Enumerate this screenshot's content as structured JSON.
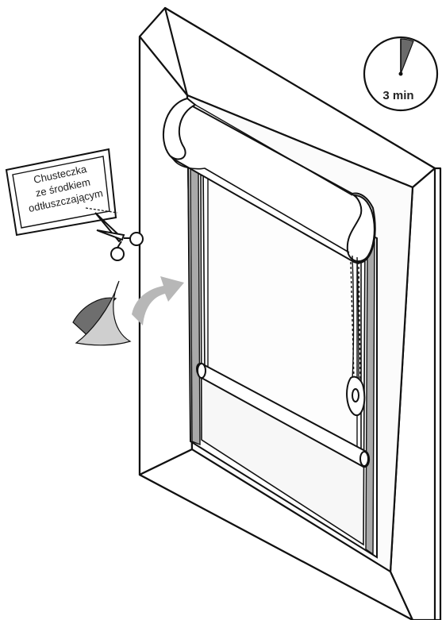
{
  "timer": {
    "label": "3 min"
  },
  "wipe_packet": {
    "lines": [
      "Chusteczka",
      "ze środkiem",
      "odtłuszczającym"
    ]
  },
  "colors": {
    "line": "#111111",
    "frame_fill": "#ffffff",
    "glass_fill": "#f7f7f7",
    "gap_gray": "#a9a9a9",
    "arrow_gray": "#b7b7b7",
    "wipe_dark": "#6e6e6e",
    "wipe_light": "#cfcfcf",
    "timer_wedge": "#6a6a6a"
  }
}
